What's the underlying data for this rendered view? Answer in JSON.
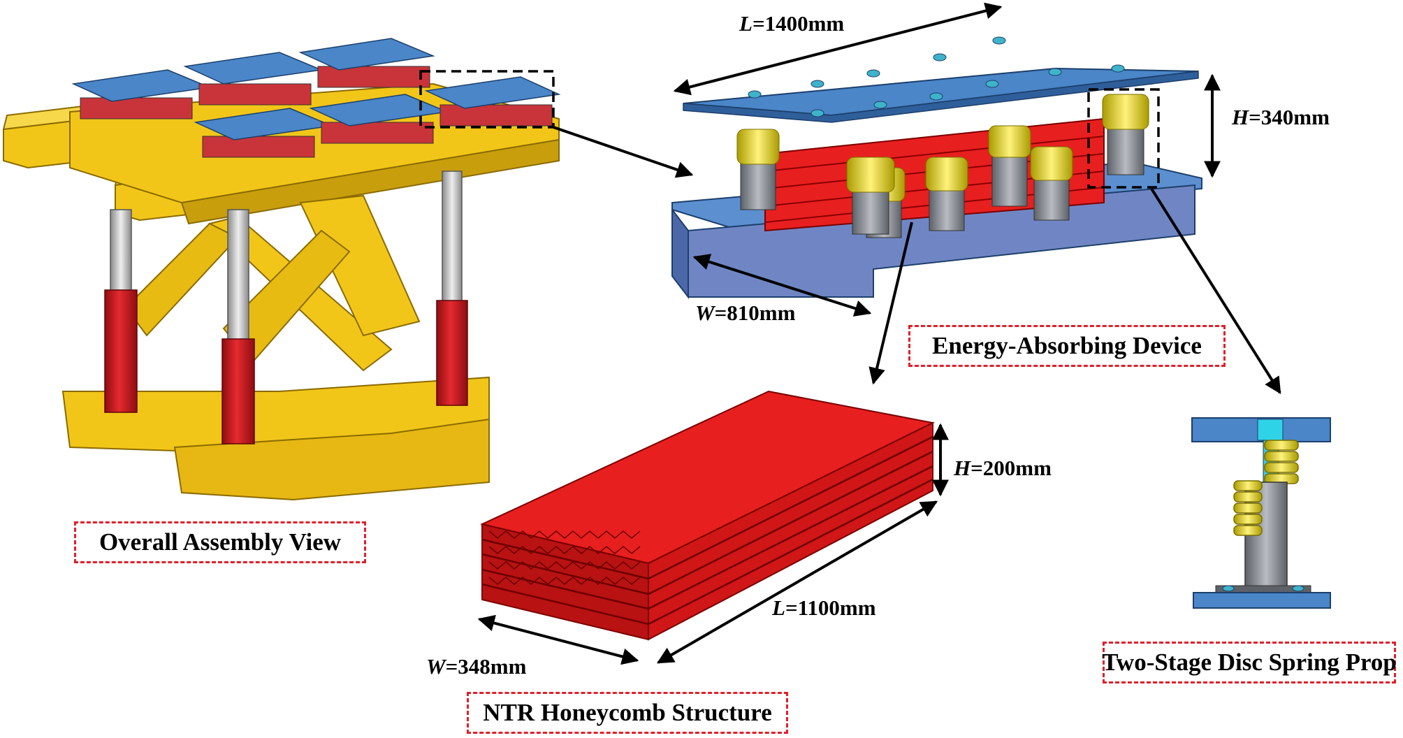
{
  "captions": {
    "overall": "Overall Assembly View",
    "energy": "Energy-Absorbing Device",
    "ntr": "NTR Honeycomb Structure",
    "prop": "Two-Stage Disc Spring Prop"
  },
  "dims": {
    "device_length": {
      "var": "L",
      "value": "=1400mm"
    },
    "device_height": {
      "var": "H",
      "value": "=340mm"
    },
    "device_width": {
      "var": "W",
      "value": "=810mm"
    },
    "honeycomb_height": {
      "var": "H",
      "value": "=200mm"
    },
    "honeycomb_length": {
      "var": "L",
      "value": "=1100mm"
    },
    "honeycomb_width": {
      "var": "W",
      "value": "=348mm"
    }
  },
  "colors": {
    "support_frame": "#f2c619",
    "hydraulic_cylinder": "#d8131b",
    "piston_rod": "#bdbdbd",
    "plate": "#4a86c8",
    "honeycomb": "#e81f1f",
    "disc_spring": "#e8d800",
    "dashed_box": "#e0202a"
  }
}
